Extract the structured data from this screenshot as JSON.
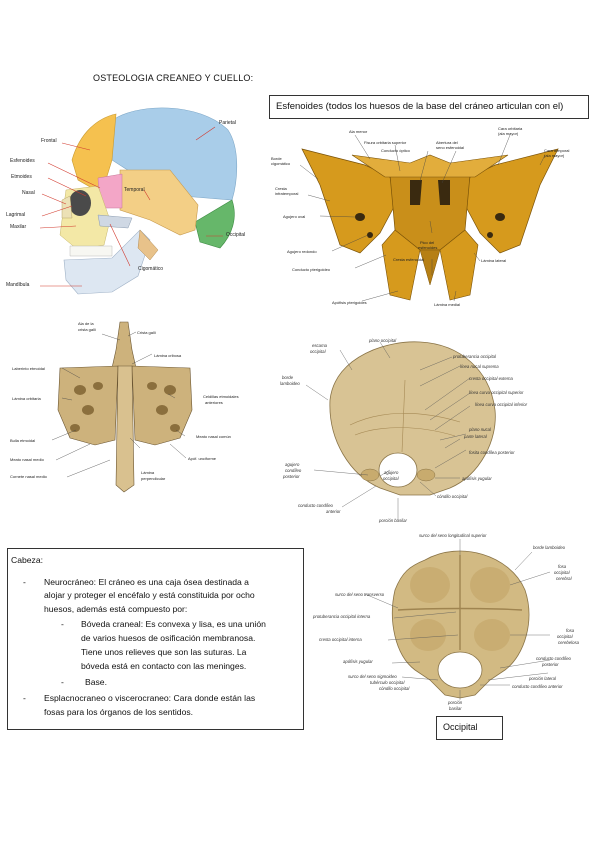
{
  "title": "OSTEOLOGIA CREANEO Y CUELLO:",
  "esfenoides_box": "Esfenoides (todos los huesos de la base del cráneo articulan con el)",
  "skull_labels": {
    "frontal": "Frontal",
    "esfenoides": "Esfenoides",
    "etmoides": "Etmoides",
    "nasal": "Nasal",
    "lagrimal": "Lagrimal",
    "maxilar": "Maxilar",
    "mandibula": "Mandíbula",
    "parietal": "Parietal",
    "temporal": "Temporal",
    "occipital": "Occipital",
    "cigomatico": "Cigomático"
  },
  "sphenoid_labels": {
    "ala_menor": "Ala menor",
    "fisura": "Fisura orbitaria superior",
    "conducto_optico": "Conducto óptico",
    "abertura_1": "Abertura del",
    "abertura_2": "seno esfenoidal",
    "cara_orbitaria_1": "Cara orbitaria",
    "cara_orbitaria_2": "(ala mayor)",
    "cara_temporal_1": "Cara temporal",
    "cara_temporal_2": "(ala mayor)",
    "borde_1": "Borde",
    "borde_2": "cigomático",
    "cresta_1": "Cresta",
    "cresta_2": "infratemporal",
    "agujero_oval": "Agujero oval",
    "agujero_redondo": "Agujero redondo",
    "conducto_pterigoideo": "Conducto pterigoideo",
    "apofisis_pterigoides": "Apófisis pterigoides",
    "pico_1": "Pico del",
    "pico_2": "esfenoides",
    "cresta_esfenoidal": "Cresta esfenoidal",
    "lamina_medial": "Lámina medial",
    "lamina_lateral": "Lámina lateral"
  },
  "ethmoid_labels": {
    "ala_crista_1": "Ala de la",
    "ala_crista_2": "crista galli",
    "crista_galli": "Crista galli",
    "lamina_cribosa": "Lámina cribosa",
    "laberinto": "Laberinto etmoidal",
    "lamina_orbitaria": "Lámina orbitaria",
    "celdillas_1": "Celdillas etmoidales",
    "celdillas_2": "anteriores",
    "bulla": "Bulla etmoidal",
    "meato_comun": "Meato nasal común",
    "meato_medio": "Meato nasal medio",
    "apof_unciforme": "Apóf. unciforme",
    "cornete": "Cornete nasal medio",
    "lamina_perp_1": "Lámina",
    "lamina_perp_2": "perpendicular"
  },
  "occ_ext_labels": {
    "escama_1": "escama",
    "escama_2": "occipital",
    "plano_occipital": "plano occipital",
    "protuberancia": "protuberancia occipital",
    "linea_suprema": "línea nucal suprema",
    "cresta_externa": "cresta occipital externa",
    "curva_superior": "línea curva occipital superior",
    "curva_inferior": "línea curva occipital inferior",
    "borde_1": "borde",
    "borde_2": "lamboideo",
    "plano_nucal": "plano nucal",
    "parte_lateral": "parte lateral",
    "fosita": "fosita condílea posterior",
    "agujero_post_1": "agujero",
    "agujero_post_2": "condíleo",
    "agujero_post_3": "posterior",
    "agujero_occ_1": "agujero",
    "agujero_occ_2": "occipital",
    "apofisis_yugular": "apófisis yugular",
    "condilo": "cóndilo occipital",
    "conducto_ant_1": "conducto condíleo",
    "conducto_ant_2": "anterior",
    "porcion_basilar": "porción basilar"
  },
  "occ_int_labels": {
    "surco_longitudinal": "surco del seno longitudinal superior",
    "borde_lambdoideo": "borde lamboideo",
    "fosa_cerebral_1": "fosa",
    "fosa_cerebral_2": "occipital",
    "fosa_cerebral_3": "cerebral",
    "surco_transverso": "surco del seno transverso",
    "protuberancia_interna": "protuberancia occipital interna",
    "cresta_interna": "cresta occipital interna",
    "fosa_cerebelosa_1": "fosa",
    "fosa_cerebelosa_2": "occipital",
    "fosa_cerebelosa_3": "cerebelosa",
    "apofisis_yugular": "apófisis yugular",
    "conducto_post_1": "conducto condíleo",
    "conducto_post_2": "posterior",
    "surco_sigmoideo": "surco del seno sigmoideo",
    "tuberculo": "tubérculo occipital",
    "condilo": "cóndilo occipital",
    "porcion_lateral": "porción lateral",
    "conducto_anterior": "conducto condíleo anterior",
    "porcion_basilar_1": "porción",
    "porcion_basilar_2": "basilar"
  },
  "cabeza": {
    "heading": "Cabeza:",
    "neuro_lines": [
      "Neurocráneo: El cráneo es una caja ósea destinada a",
      "alojar y proteger el encéfalo y está constituida por ocho",
      "huesos, además está compuesto por:"
    ],
    "boveda_lines": [
      "Bóveda craneal: Es convexa y lisa, es una unión",
      "de varios huesos de osificación membranosa.",
      "Tiene unos relieves que son las suturas. La",
      "bóveda está en contacto con las meninges."
    ],
    "base": "Base.",
    "esplacno_lines": [
      "Esplacnocraneo o viscerocraneo: Cara donde están las",
      "fosas para los órganos de los sentidos."
    ],
    "dash": "-"
  },
  "occipital_box": "Occipital",
  "colors": {
    "frontal": "#f5c14f",
    "parietal": "#a9cde9",
    "temporal": "#f3cf86",
    "occipital": "#66b76a",
    "mandible": "#dde7f2",
    "sphenoid": "#d69a1d",
    "pink": "#f3a6c7",
    "bone": "#cdb27c",
    "leader_red": "#d23a2e"
  }
}
